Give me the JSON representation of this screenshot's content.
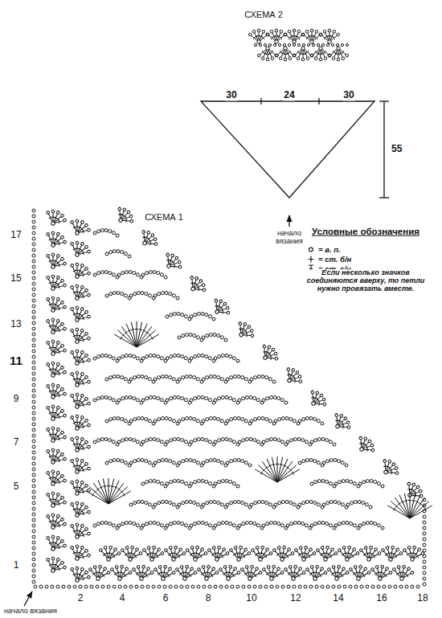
{
  "diagram": {
    "labels": [
      "СХЕМА 2",
      "30",
      "24",
      "30",
      "55",
      "начало вязания",
      "СХЕМА 1",
      "Условные обозначения",
      "Если несколько значков соединяются вверху, то петли нужно провязать вместе.",
      "17",
      "15",
      "13",
      "11",
      "9",
      "7",
      "5",
      "1",
      "2",
      "4",
      "6",
      "8",
      "10",
      "12",
      "14",
      "16",
      "18",
      "начало вязания"
    ],
    "legend": [
      {
        "text": "= в. п."
      },
      {
        "text": "= ст. б/н"
      },
      {
        "text": "= ст. с/н"
      }
    ]
  }
}
